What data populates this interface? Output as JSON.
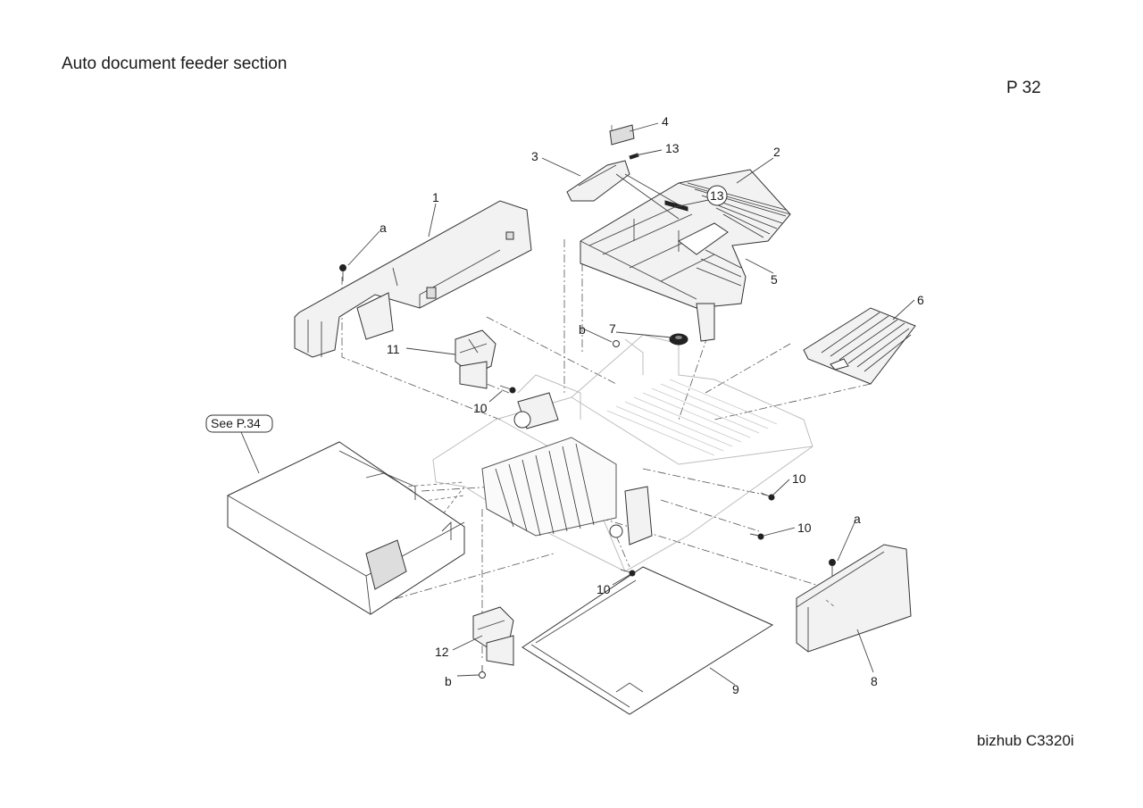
{
  "header": {
    "title": "Auto document feeder section",
    "page": "P 32"
  },
  "footer": {
    "model": "bizhub C3320i"
  },
  "diagram": {
    "see_reference": "See P.34",
    "callouts": {
      "c1": "1",
      "c2": "2",
      "c3": "3",
      "c4": "4",
      "c5": "5",
      "c6": "6",
      "c7": "7",
      "c8": "8",
      "c9": "9",
      "c10a": "10",
      "c10b": "10",
      "c10c": "10",
      "c10d": "10",
      "c11": "11",
      "c12": "12",
      "c13a": "13",
      "c13b": "13",
      "ca1": "a",
      "ca2": "a",
      "cb1": "b",
      "cb2": "b"
    }
  }
}
